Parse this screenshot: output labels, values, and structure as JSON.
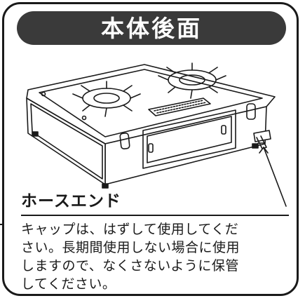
{
  "header": {
    "title": "本体後面"
  },
  "callout": {
    "label": "ホースエンド",
    "description_lines": [
      "キャップは、はずして使用してくだ",
      "さい。長期間使用しない場合に使用",
      "しますので、なくさないように保管",
      "してください。"
    ]
  },
  "colors": {
    "ink": "#1a1a1a",
    "banner": "#3a3a3a"
  }
}
